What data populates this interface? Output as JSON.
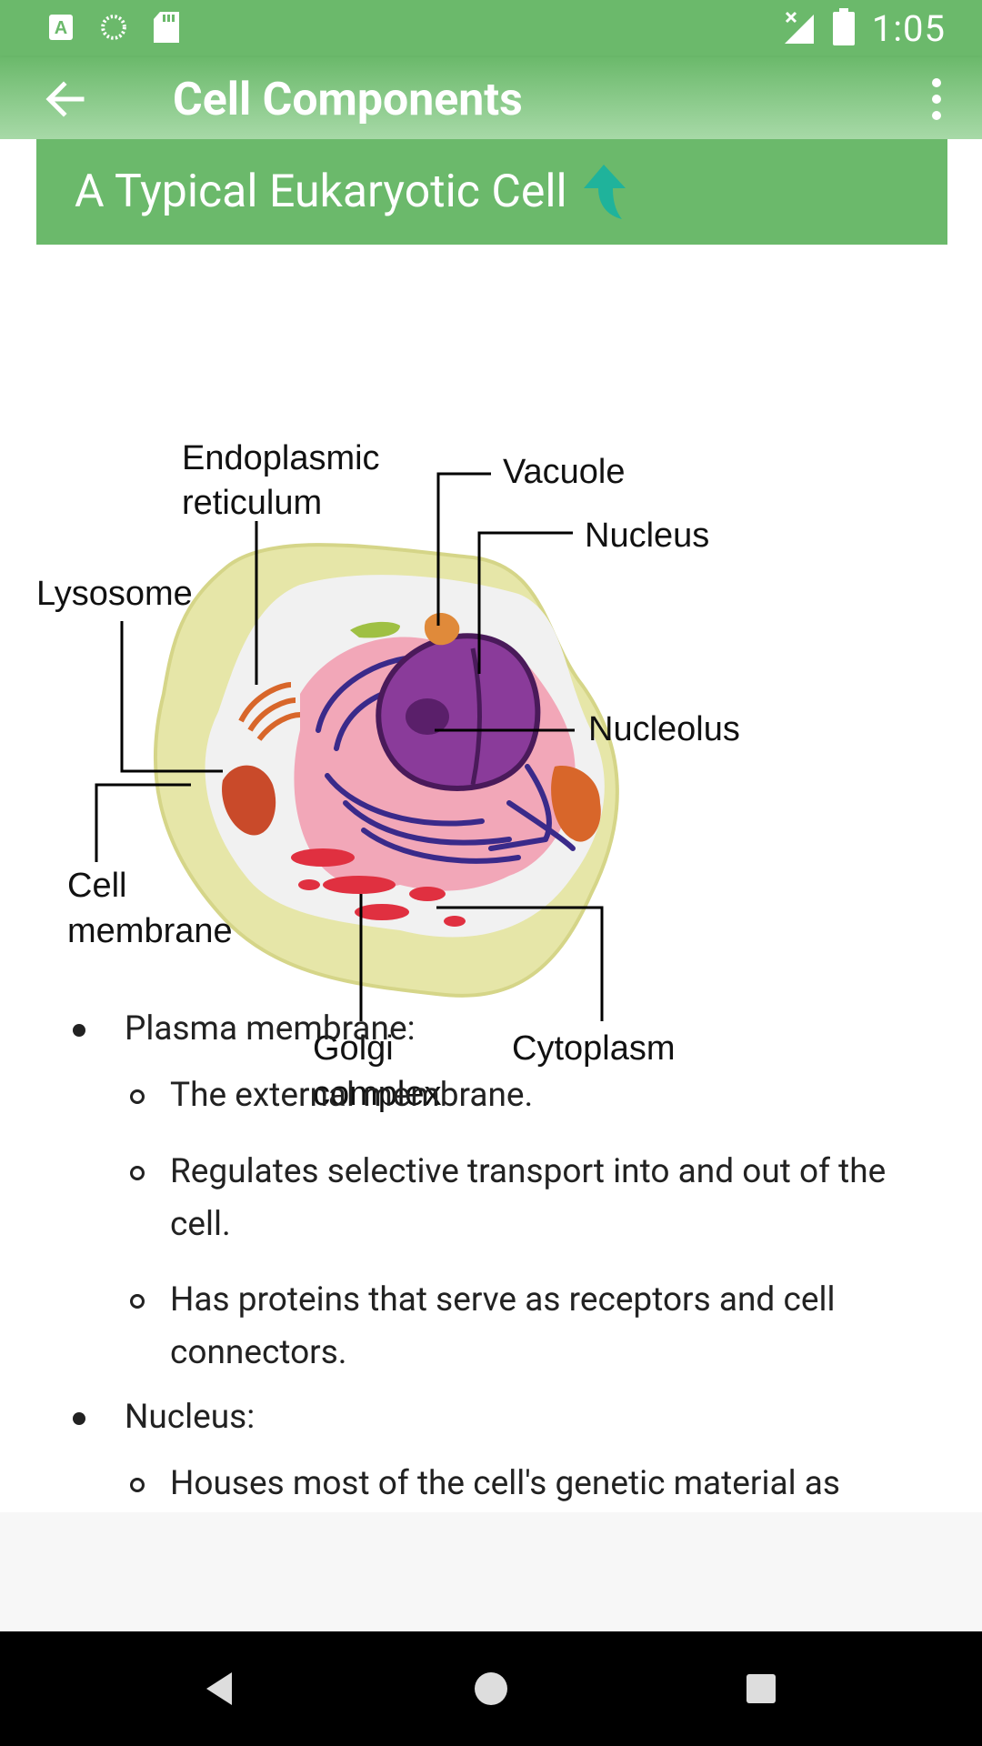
{
  "status_bar": {
    "time": "1:05",
    "left_icons": [
      "text-a-icon",
      "circle-loading-icon",
      "sd-card-icon"
    ],
    "right_icons": [
      "signal-off-icon",
      "battery-icon"
    ]
  },
  "app_bar": {
    "title": "Cell Components",
    "back_icon": "arrow-left-icon",
    "menu_icon": "more-vert-icon"
  },
  "section": {
    "title": "A Typical Eukaryotic Cell"
  },
  "diagram_labels": {
    "endoplasmic": "Endoplasmic",
    "reticulum": "reticulum",
    "vacuole": "Vacuole",
    "nucleus": "Nucleus",
    "lysosome": "Lysosome",
    "nucleolus": "Nucleolus",
    "cell": "Cell",
    "membrane": "membrane",
    "golgi": "Golgi",
    "complex": "complex",
    "cytoplasm": "Cytoplasm"
  },
  "list": {
    "items": [
      {
        "heading": "Plasma membrane:",
        "sub": [
          "The external membrane.",
          "Regulates selective transport into and out of the cell.",
          "Has proteins that serve as receptors and cell connectors."
        ]
      },
      {
        "heading": "Nucleus:",
        "sub": [
          "Houses most of the cell's genetic material as"
        ]
      }
    ]
  },
  "colors": {
    "accent": "#6bb96b",
    "cell_outer": "#e6e6a8",
    "nucleus": "#8a3b9a",
    "er": "#f2a7b8"
  },
  "nav_bar": {
    "icons": [
      "back-triangle-icon",
      "home-circle-icon",
      "recents-square-icon"
    ]
  }
}
